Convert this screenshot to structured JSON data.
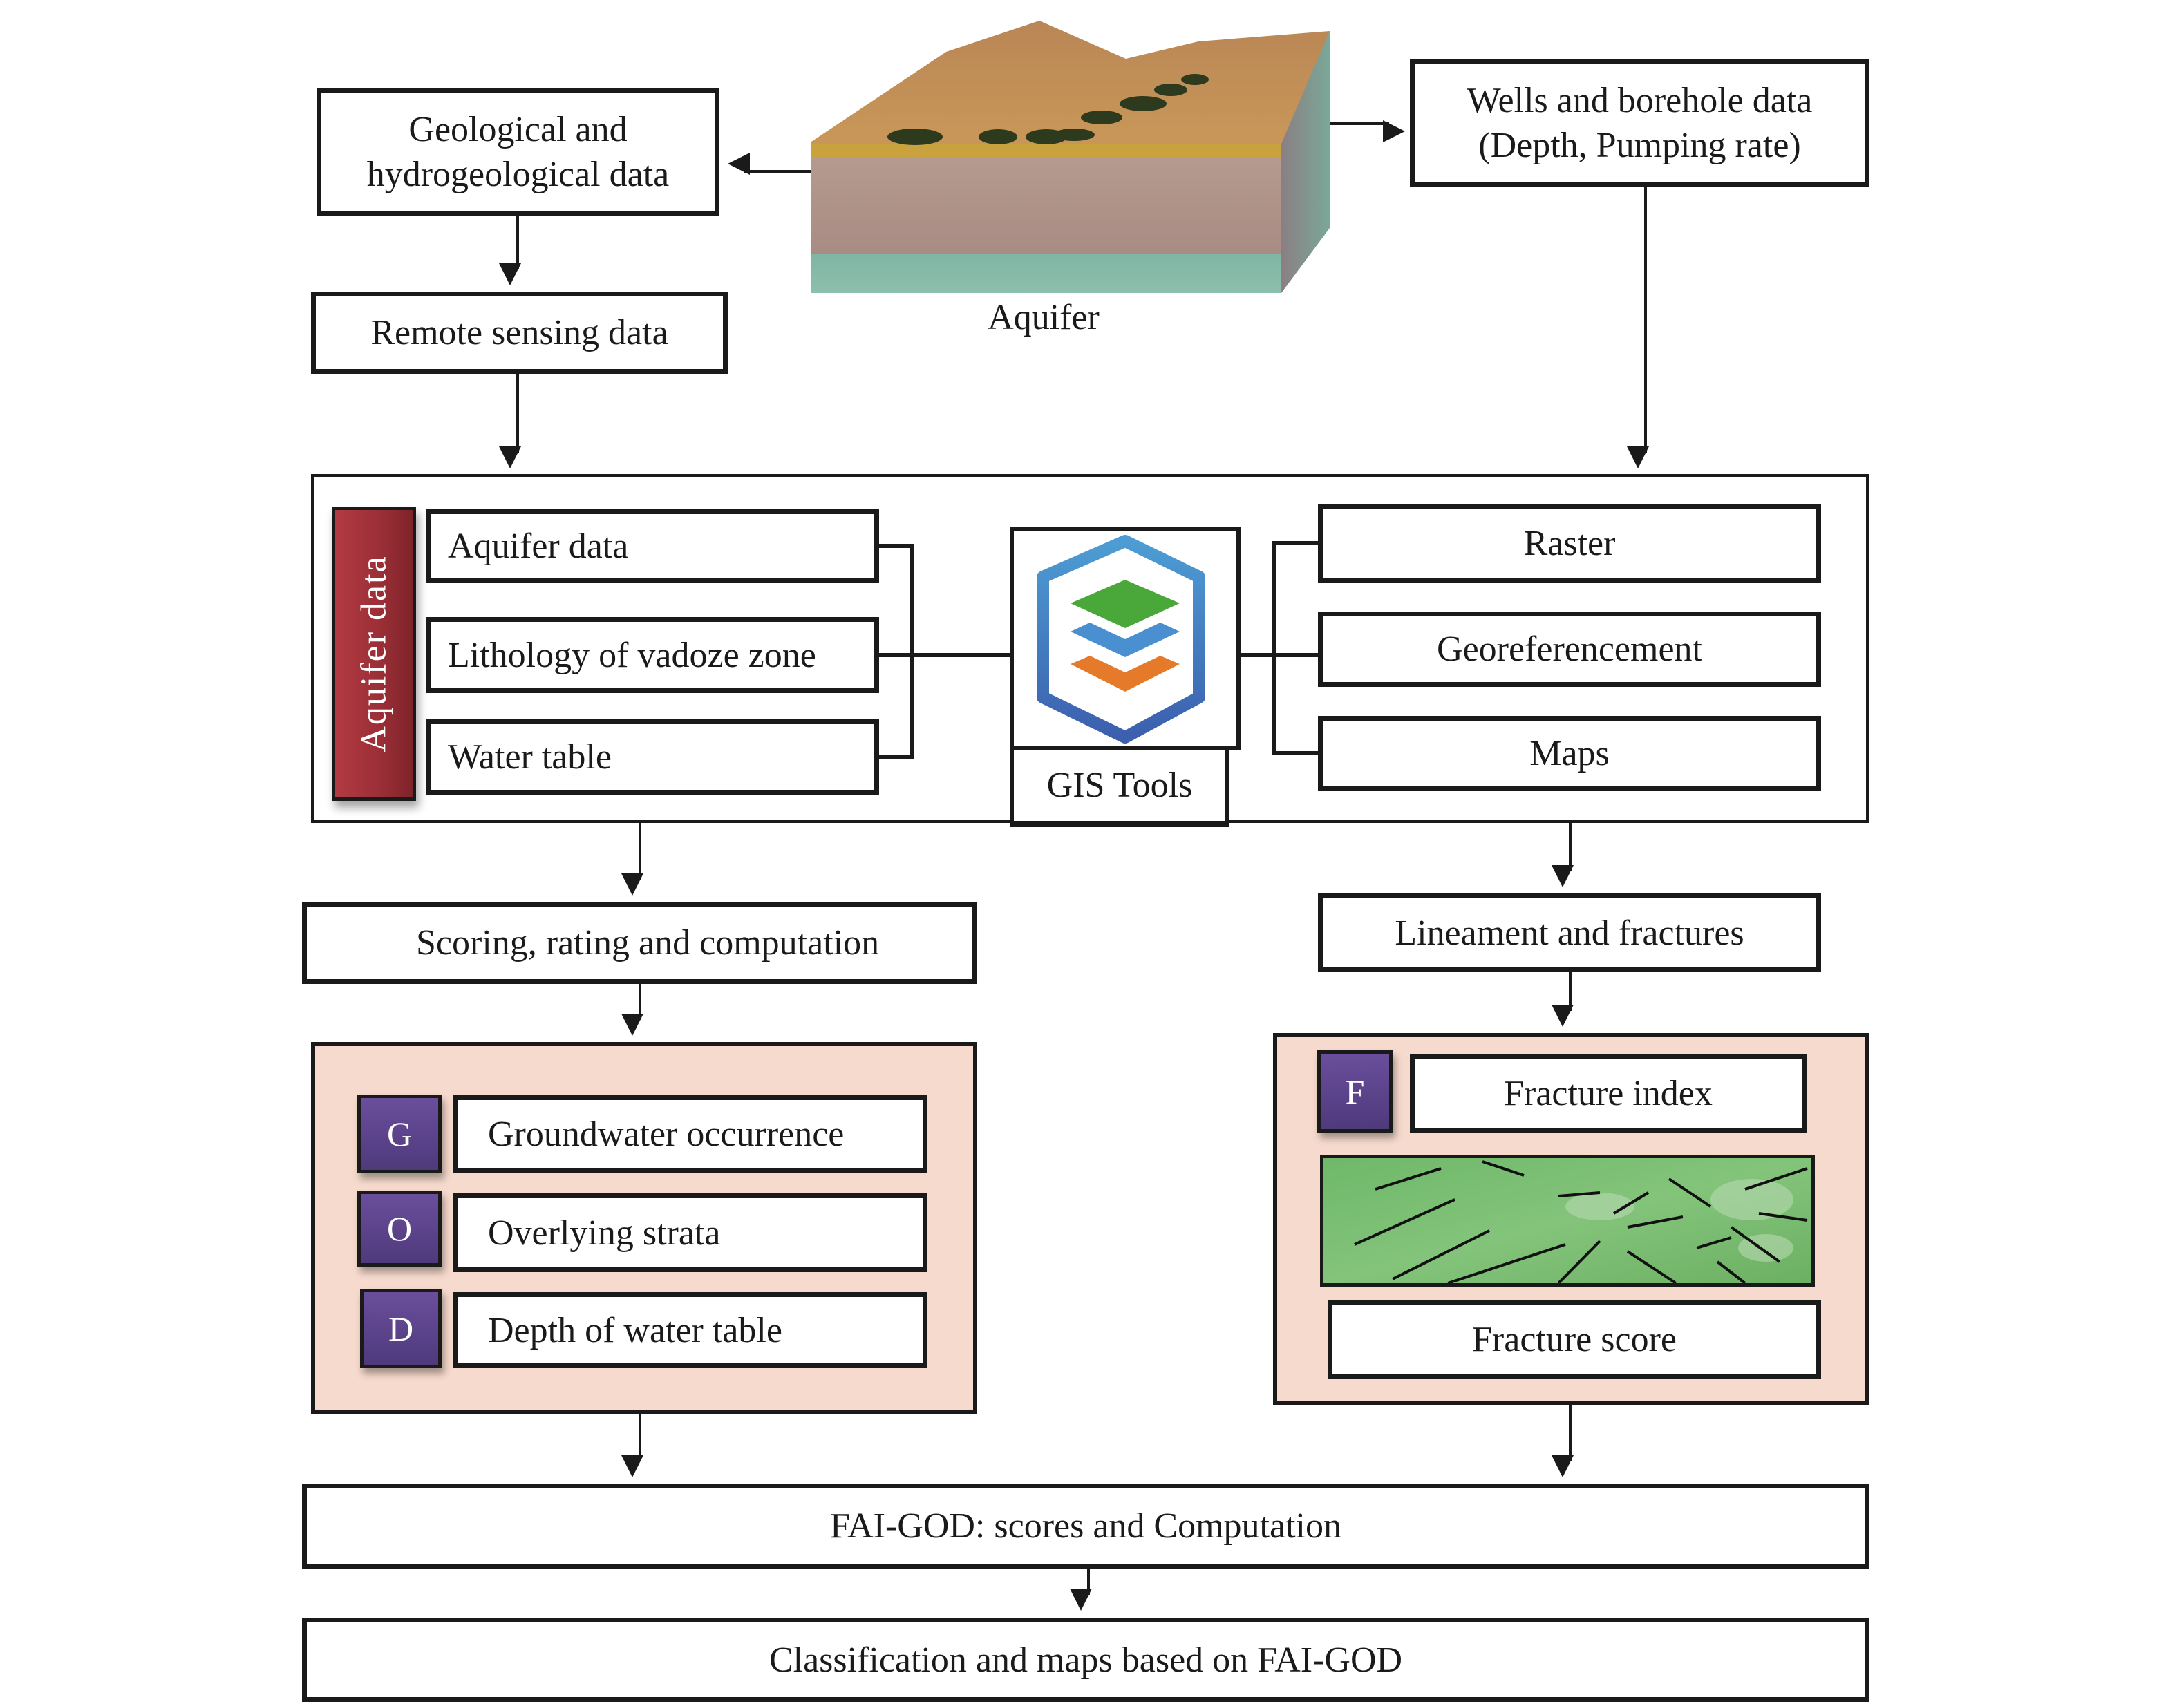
{
  "diagram": {
    "aquifer_image": {
      "label": "Aquifer",
      "icon": "aquifer-block-illustration"
    },
    "geological": {
      "line1": "Geological and",
      "line2": "hydrogeological data"
    },
    "remote_sensing": {
      "label": "Remote sensing data"
    },
    "wells": {
      "line1": "Wells and borehole data",
      "line2": "(Depth, Pumping rate)"
    },
    "aquifer_panel": {
      "side_label": "Aquifer data",
      "side_color": "#a8323a",
      "items": [
        {
          "label": "Aquifer data"
        },
        {
          "label": "Lithology of vadoze zone"
        },
        {
          "label": "Water table"
        }
      ]
    },
    "gis": {
      "label": "GIS Tools",
      "icon": "gis-layers-icon",
      "colors": {
        "hex": "#3f7fc4",
        "green": "#4aa83a",
        "blue": "#4a8fcf",
        "orange": "#e07a2a"
      }
    },
    "gis_outputs": [
      {
        "label": "Raster"
      },
      {
        "label": "Georeferencement"
      },
      {
        "label": "Maps"
      }
    ],
    "scoring": {
      "label": "Scoring, rating and computation"
    },
    "lineament": {
      "label": "Lineament and fractures"
    },
    "god_panel": {
      "background": "#f6dacd",
      "badge_color": "#5a4389",
      "items": [
        {
          "letter": "G",
          "label": "Groundwater occurrence"
        },
        {
          "letter": "O",
          "label": "Overlying strata"
        },
        {
          "letter": "D",
          "label": "Depth of water table"
        }
      ]
    },
    "fracture_panel": {
      "letter": "F",
      "index_label": "Fracture index",
      "image": "lineament-map-image",
      "score_label": "Fracture score"
    },
    "fai_god": {
      "label": "FAI-GOD: scores and Computation"
    },
    "classification": {
      "label": "Classification and maps based on FAI-GOD"
    }
  }
}
